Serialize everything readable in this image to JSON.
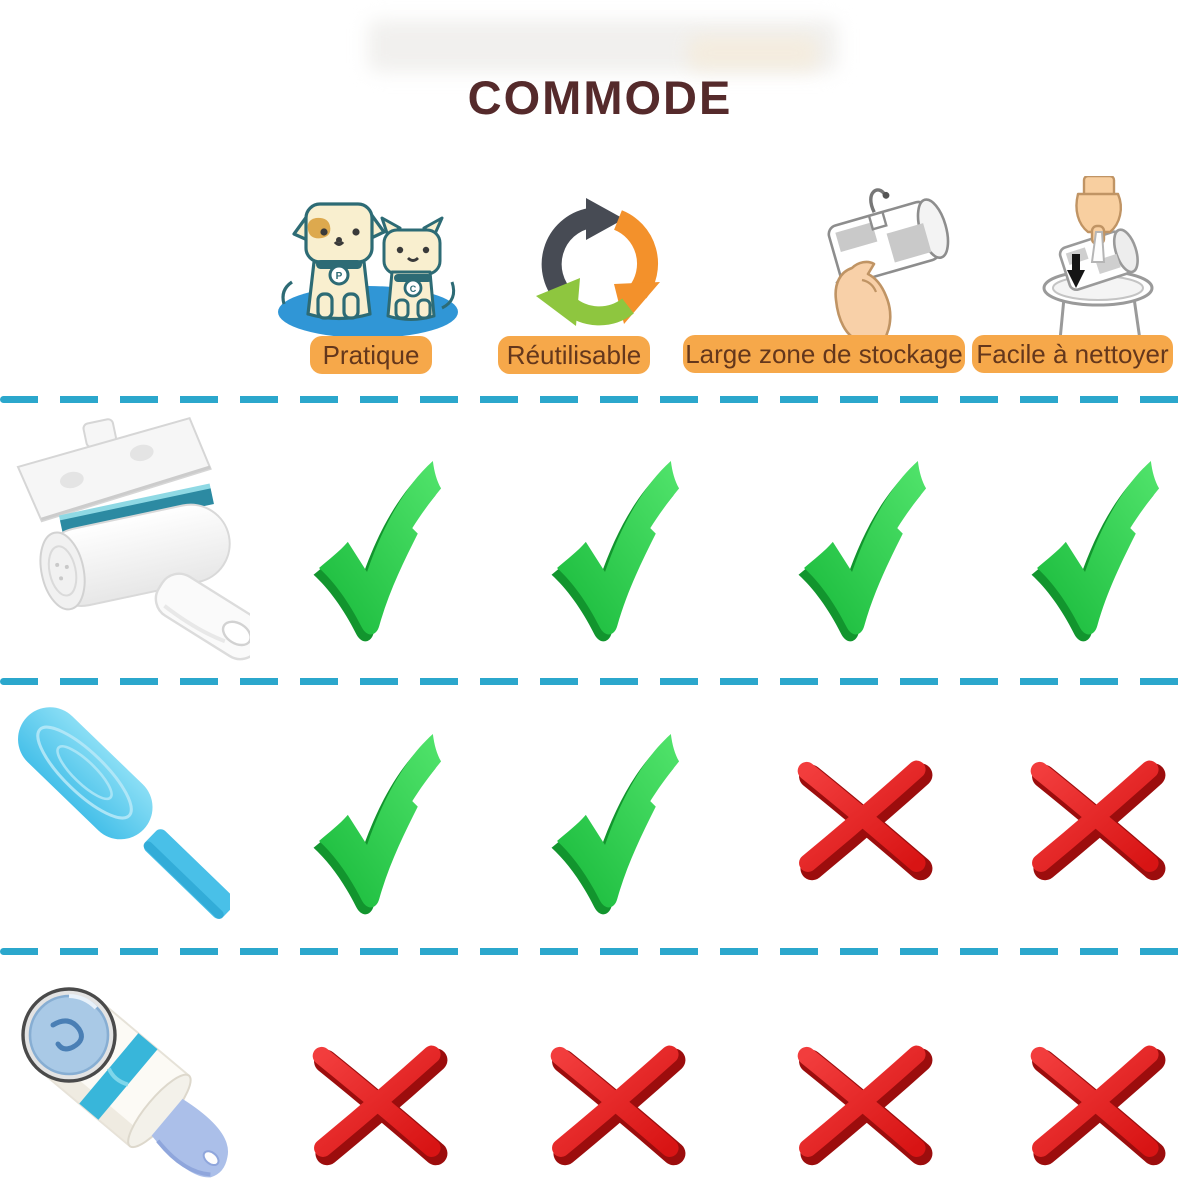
{
  "title": "COMMODE",
  "features": [
    {
      "label": "Pratique",
      "icon": "dog-and-cat-icon"
    },
    {
      "label": "Réutilisable",
      "icon": "recycle-arrows-icon"
    },
    {
      "label": "Large zone de stockage",
      "icon": "hand-opening-roller-icon"
    },
    {
      "label": "Facile à nettoyer",
      "icon": "hand-emptying-roller-icon"
    }
  ],
  "icon_letters": {
    "dog_tag": "P",
    "cat_tag": "C"
  },
  "products": [
    {
      "name": "pet-hair-remover-roller"
    },
    {
      "name": "pet-hair-brush"
    },
    {
      "name": "sticky-lint-roller"
    }
  ],
  "chart_data": {
    "type": "table",
    "title": "COMMODE",
    "columns": [
      "Pratique",
      "Réutilisable",
      "Large zone de stockage",
      "Facile à nettoyer"
    ],
    "row_labels": [
      "pet-hair-remover-roller",
      "pet-hair-brush",
      "sticky-lint-roller"
    ],
    "values": [
      [
        "check",
        "check",
        "check",
        "check"
      ],
      [
        "check",
        "check",
        "cross",
        "cross"
      ],
      [
        "cross",
        "cross",
        "cross",
        "cross"
      ]
    ],
    "legend": {
      "check": "feature present",
      "cross": "feature absent"
    }
  },
  "colors": {
    "title_text": "#552a2b",
    "label_bg": "#f6a84a",
    "label_text": "#64371c",
    "dashed_line": "#2ba7cc",
    "check_green": "#2bd04a",
    "check_green_dark": "#12952e",
    "cross_red": "#e81c1c",
    "cross_red_dark": "#9c0d0d",
    "platform_blue": "#3096d6",
    "brush_blue": "#5ecdf0",
    "handle_periwinkle": "#abbfe9"
  }
}
